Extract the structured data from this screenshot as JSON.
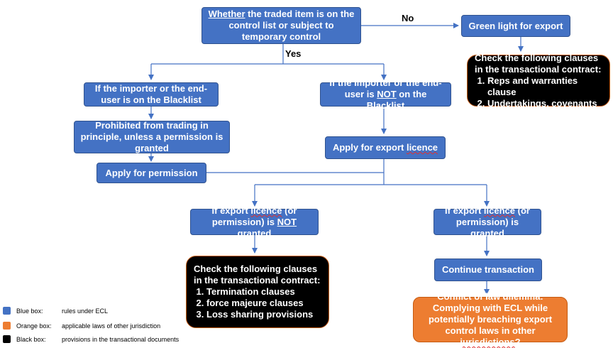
{
  "nodes": {
    "controlled_prefix": "Whether",
    "controlled_rest": " the traded item is on the control list or subject to temporary control",
    "green_light": "Green light for export",
    "blacklist_on": "If the importer or the end-user is on the Blacklist",
    "blacklist_not_pre": "If the importer or the end-user is ",
    "blacklist_not_word": "NOT",
    "blacklist_not_post": " on the Blacklist",
    "prohibited": "Prohibited from trading in principle, unless a permission is granted",
    "apply_permission": "Apply for permission",
    "apply_licence_pre": "Apply for export ",
    "apply_licence_word": "licence",
    "not_granted_pre": "If export ",
    "not_granted_word1": "licence",
    "not_granted_mid": " (or permission) is ",
    "not_granted_word2": "NOT",
    "not_granted_post": " granted",
    "granted_pre": "If export ",
    "granted_word": "licence",
    "granted_post": " (or permission) is granted",
    "continue": "Continue transaction",
    "conflict_pre": "Conflict of law dilemma: Complying with ECL while potentially breaching export control laws in other ",
    "conflict_word": "jurisdictions",
    "conflict_post": "?"
  },
  "black_boxes": {
    "top_lead": "Check the following clauses in the transactional contract:",
    "top_items": [
      "Reps and warranties clause",
      "Undertakings, covenants"
    ],
    "bottom_lead": "Check the following clauses in the transactional contract:",
    "bottom_items": [
      "Termination clauses",
      "force majeure clauses",
      "Loss sharing provisions"
    ]
  },
  "edge_labels": {
    "no": "No",
    "yes": "Yes"
  },
  "legend": [
    {
      "name": "Blue box:",
      "desc": "rules under ECL",
      "color": "#4472c4"
    },
    {
      "name": "Orange box:",
      "desc": "applicable laws of other jurisdiction",
      "color": "#ed7d31"
    },
    {
      "name": "Black box:",
      "desc": "provisions in the transactional documents",
      "color": "#000000"
    }
  ],
  "colors": {
    "blue": "#4472c4",
    "orange": "#ed7d31",
    "black": "#000000",
    "connector": "#4472c4"
  }
}
